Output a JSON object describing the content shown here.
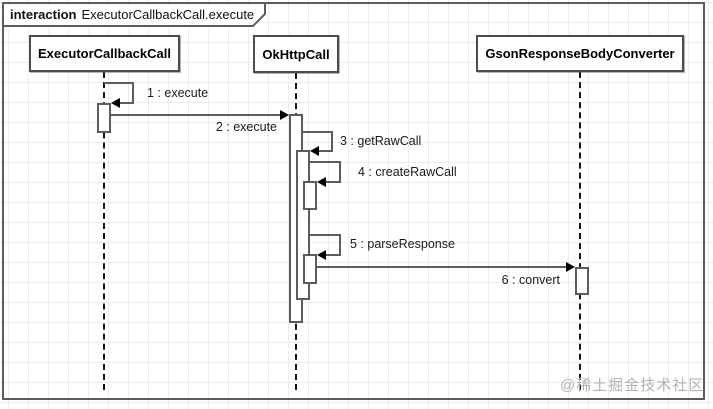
{
  "frame": {
    "keyword": "interaction",
    "title": "ExecutorCallbackCall.execute"
  },
  "participants": [
    {
      "name": "ExecutorCallbackCall"
    },
    {
      "name": "OkHttpCall"
    },
    {
      "name": "GsonResponseBodyConverter"
    }
  ],
  "messages": [
    {
      "label": "1 : execute"
    },
    {
      "label": "2 : execute"
    },
    {
      "label": "3 : getRawCall"
    },
    {
      "label": "4 : createRawCall"
    },
    {
      "label": "5 : parseResponse"
    },
    {
      "label": "6 : convert"
    }
  ],
  "watermark": "@稀土掘金技术社区",
  "colors": {
    "line": "#5c5c5c",
    "arrow": "#000000",
    "grid": "#ececec",
    "watermark": "#b3b3b3"
  }
}
